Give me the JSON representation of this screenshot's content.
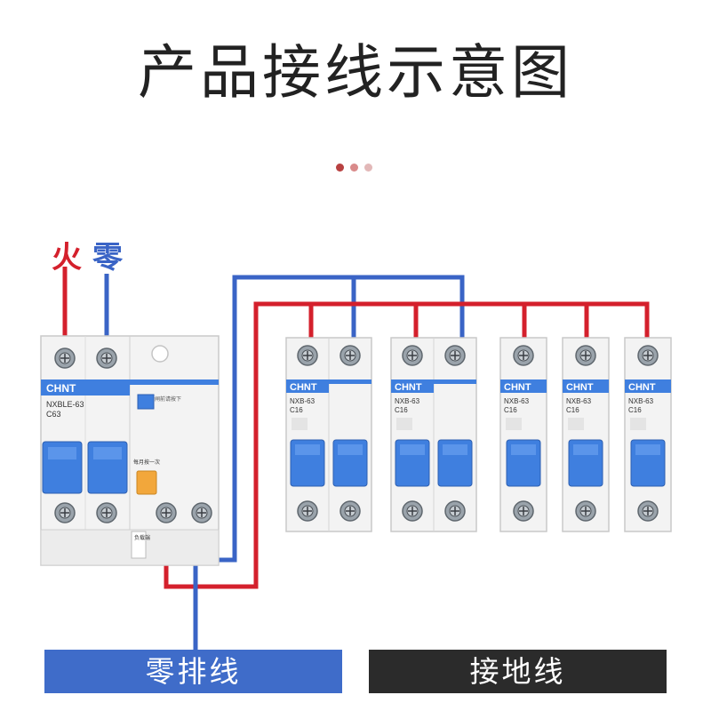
{
  "title": "产品接线示意图",
  "colors": {
    "live": "#d4202c",
    "neutral": "#3a64c6",
    "breaker_blue": "#3f7fdf",
    "neutral_bar": "#3f6cc9",
    "ground_bar": "#2b2b2b",
    "dot1": "#b84141",
    "dot2": "#d98a8a",
    "dot3": "#e2b8b8"
  },
  "labels": {
    "live": "火",
    "neutral": "零"
  },
  "main_breaker": {
    "brand": "CHNT",
    "model": "NXBLE-63",
    "rating": "C63",
    "note_top": "合闸前请按下",
    "test_label": "每月按一次",
    "load_label": "负载端"
  },
  "breakers": [
    {
      "brand": "CHNT",
      "model": "NXB-63",
      "rating": "C16",
      "poles": 2
    },
    {
      "brand": "CHNT",
      "model": "NXB-63",
      "rating": "C16",
      "poles": 2
    },
    {
      "brand": "CHNT",
      "model": "NXB-63",
      "rating": "C16",
      "poles": 1
    },
    {
      "brand": "CHNT",
      "model": "NXB-63",
      "rating": "C16",
      "poles": 1
    },
    {
      "brand": "CHNT",
      "model": "NXB-63",
      "rating": "C16",
      "poles": 1
    }
  ],
  "bars": {
    "neutral": "零排线",
    "ground": "接地线"
  }
}
